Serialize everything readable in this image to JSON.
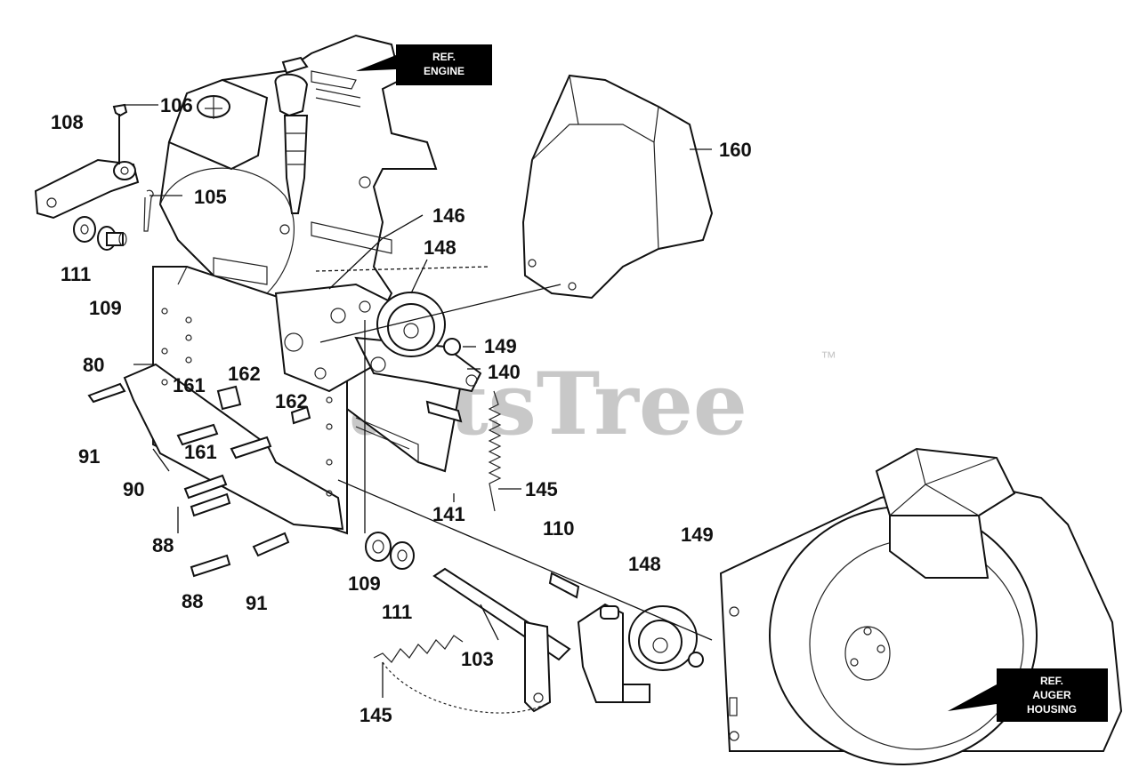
{
  "watermark": {
    "brand": "PartsTree",
    "tm": "™"
  },
  "ref_boxes": {
    "engine": {
      "line1": "REF.",
      "line2": "ENGINE"
    },
    "auger": {
      "line1": "REF.",
      "line2": "AUGER",
      "line3": "HOUSING"
    }
  },
  "part_labels": {
    "p106": "106",
    "p108": "108",
    "p105": "105",
    "p111a": "111",
    "p109a": "109",
    "p146": "146",
    "p148a": "148",
    "p160": "160",
    "p149a": "149",
    "p140": "140",
    "p80": "80",
    "p162a": "162",
    "p161a": "161",
    "p162b": "162",
    "p161b": "161",
    "p91a": "91",
    "p90": "90",
    "p145a": "145",
    "p141": "141",
    "p88a": "88",
    "p110": "110",
    "p148b": "148",
    "p149b": "149",
    "p109b": "109",
    "p111b": "111",
    "p88b": "88",
    "p91b": "91",
    "p103": "103",
    "p145b": "145"
  }
}
